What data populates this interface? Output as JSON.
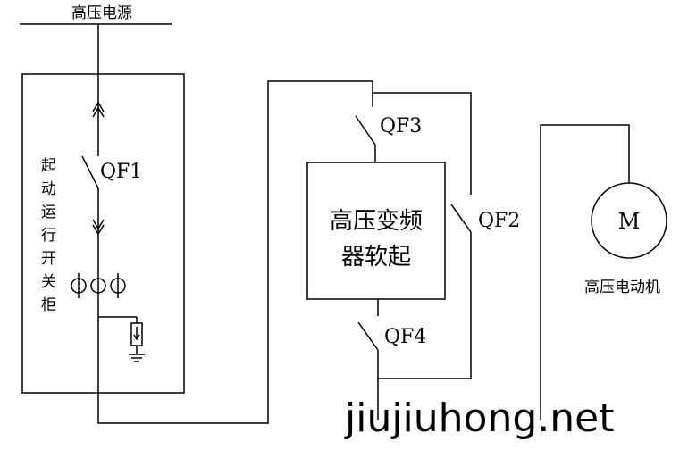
{
  "labels": {
    "source": "高压电源",
    "cabinet": [
      "起",
      "动",
      "运",
      "行",
      "开",
      "关",
      "柜"
    ],
    "qf1": "QF1",
    "qf2": "QF2",
    "qf3": "QF3",
    "qf4": "QF4",
    "vfd_line1": "高压变频",
    "vfd_line2": "器软起",
    "motor_symbol": "M",
    "motor": "高压电动机"
  },
  "watermark": "jiujiuhong.net"
}
